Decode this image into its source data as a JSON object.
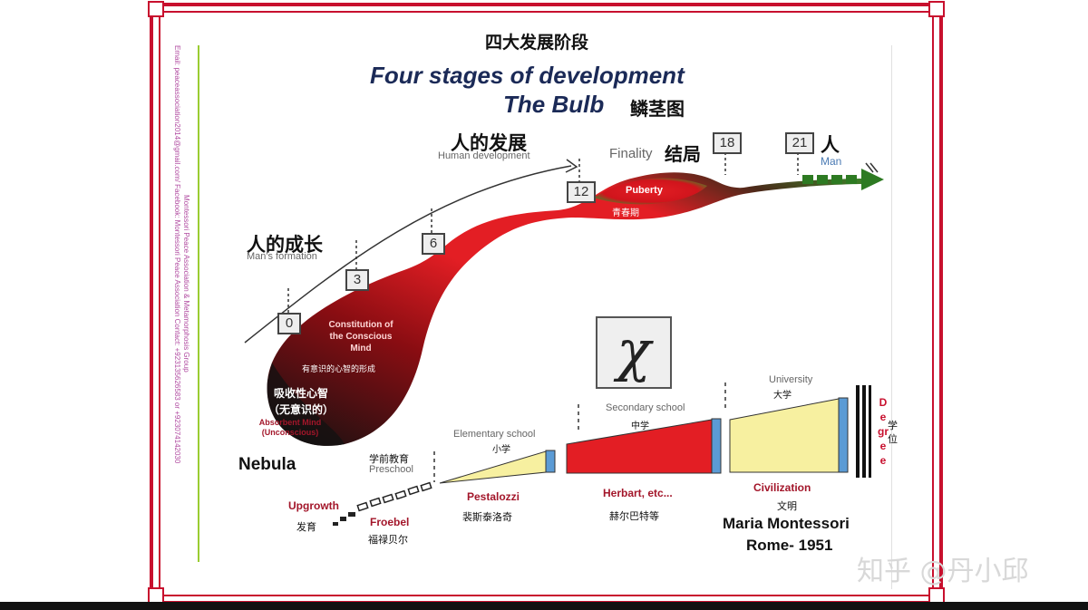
{
  "title_cn": "四大发展阶段",
  "title_en": "Four stages of development",
  "subtitle_en": "The Bulb",
  "subtitle_cn": "鳞茎图",
  "side_text": "Email: peaceassociation2014@gmail.com/ Facebook: Montessori Peace Association Contact: +923135626583 or +923074142030",
  "side_text2": "Montessori Peace Association & Metamorphosis Group",
  "human_dev_cn": "人的发展",
  "human_dev_en": "Human development",
  "finality_en": "Finality",
  "finality_cn": "结局",
  "man_cn": "人",
  "man_en": "Man",
  "formation_cn": "人的成长",
  "formation_en": "Man's formation",
  "ages": [
    "0",
    "3",
    "6",
    "12",
    "18",
    "21"
  ],
  "puberty_en": "Puberty",
  "puberty_cn": "青春期",
  "constitution_en": "Constitution of the Conscious Mind",
  "constitution_cn": "有意识的心智的形成",
  "absorbent_cn1": "吸收性心智",
  "absorbent_cn2": "（无意识的）",
  "absorbent_en": "Absorbent Mind (Unconscious)",
  "nebula": "Nebula",
  "preschool_cn": "学前教育",
  "preschool_en": "Preschool",
  "elementary_en": "Elementary school",
  "elementary_cn": "小学",
  "secondary_en": "Secondary school",
  "secondary_cn": "中学",
  "university_en": "University",
  "university_cn": "大学",
  "degree_en": "Degree",
  "degree_cn": "学位",
  "upgrowth_en": "Upgrowth",
  "upgrowth_cn": "发育",
  "froebel_en": "Froebel",
  "froebel_cn": "福禄贝尔",
  "pestalozzi_en": "Pestalozzi",
  "pestalozzi_cn": "裴斯泰洛奇",
  "herbart_en": "Herbart, etc...",
  "herbart_cn": "赫尔巴特等",
  "civilization_en": "Civilization",
  "civilization_cn": "文明",
  "montessori": "Maria Montessori",
  "rome": "Rome- 1951",
  "chi_symbol": "χ",
  "watermark": "知乎 @丹小邱",
  "colors": {
    "frame": "#c8102e",
    "bulb_red": "#e31e24",
    "green": "#3a8f2a",
    "yellow": "#f7f0a0",
    "blue": "#5b9bd5"
  }
}
